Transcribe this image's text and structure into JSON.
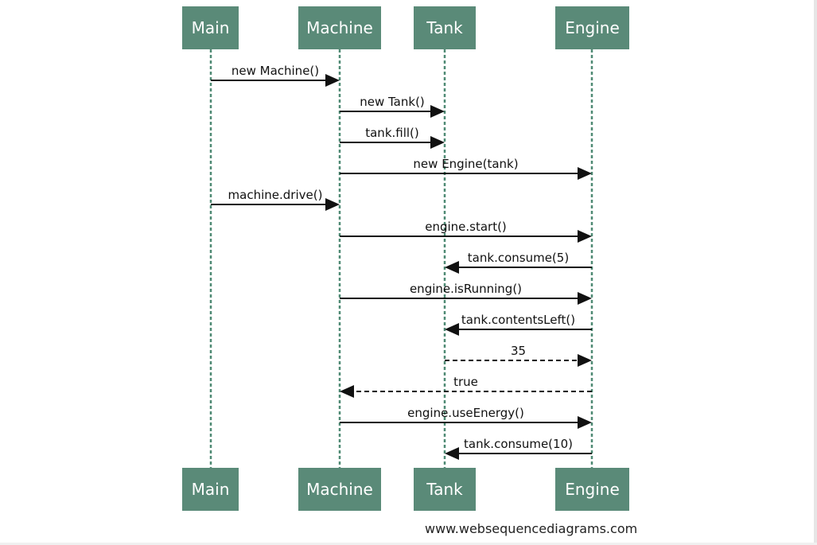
{
  "participants": [
    {
      "id": "main",
      "label": "Main"
    },
    {
      "id": "machine",
      "label": "Machine"
    },
    {
      "id": "tank",
      "label": "Tank"
    },
    {
      "id": "engine",
      "label": "Engine"
    }
  ],
  "messages": [
    {
      "from": "main",
      "to": "machine",
      "label": "new Machine()",
      "style": "solid"
    },
    {
      "from": "machine",
      "to": "tank",
      "label": "new Tank()",
      "style": "solid"
    },
    {
      "from": "machine",
      "to": "tank",
      "label": "tank.fill()",
      "style": "solid"
    },
    {
      "from": "machine",
      "to": "engine",
      "label": "new Engine(tank)",
      "style": "solid"
    },
    {
      "from": "main",
      "to": "machine",
      "label": "machine.drive()",
      "style": "solid"
    },
    {
      "from": "machine",
      "to": "engine",
      "label": "engine.start()",
      "style": "solid"
    },
    {
      "from": "engine",
      "to": "tank",
      "label": "tank.consume(5)",
      "style": "solid"
    },
    {
      "from": "machine",
      "to": "engine",
      "label": "engine.isRunning()",
      "style": "solid"
    },
    {
      "from": "engine",
      "to": "tank",
      "label": "tank.contentsLeft()",
      "style": "solid"
    },
    {
      "from": "tank",
      "to": "engine",
      "label": "35",
      "style": "dashed"
    },
    {
      "from": "engine",
      "to": "machine",
      "label": "true",
      "style": "dashed"
    },
    {
      "from": "machine",
      "to": "engine",
      "label": "engine.useEnergy()",
      "style": "solid"
    },
    {
      "from": "engine",
      "to": "tank",
      "label": "tank.consume(10)",
      "style": "solid"
    }
  ],
  "watermark": "www.websequencediagrams.com",
  "colors": {
    "participant_fill": "#5a8a78",
    "participant_text": "#ffffff",
    "lifeline": "#4f8a74",
    "arrow": "#111111"
  }
}
